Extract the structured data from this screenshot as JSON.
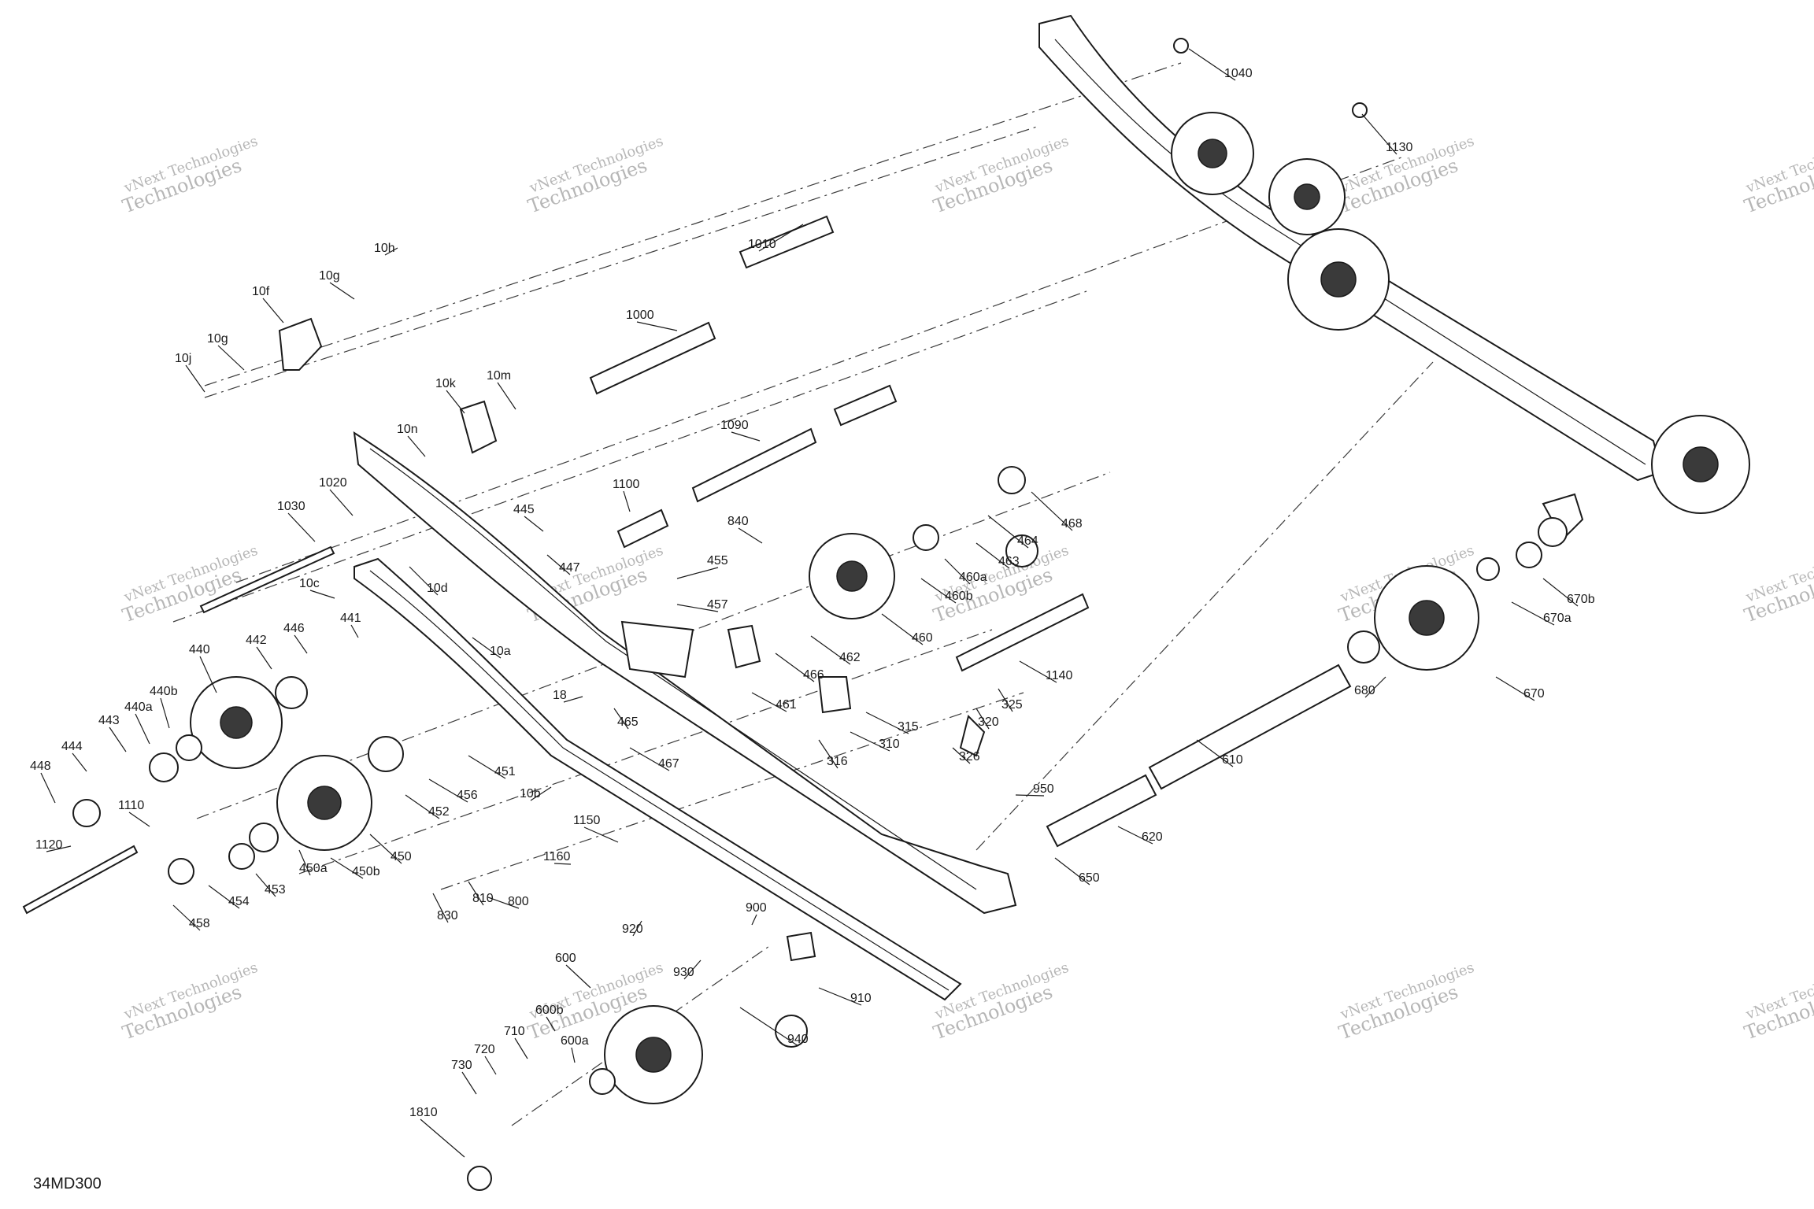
{
  "diagram_code": "34MD300",
  "watermark_lines": [
    "vNext Technologies",
    "Technologies"
  ],
  "callouts": [
    "1040",
    "1130",
    "1010",
    "1000",
    "10h",
    "10g",
    "10f",
    "10g",
    "10j",
    "10k",
    "10m",
    "10n",
    "1090",
    "1020",
    "1030",
    "1100",
    "445",
    "447",
    "840",
    "455",
    "457",
    "468",
    "464",
    "463",
    "460a",
    "460b",
    "460",
    "462",
    "466",
    "461",
    "10c",
    "10d",
    "10a",
    "441",
    "446",
    "442",
    "440",
    "440b",
    "440a",
    "443",
    "444",
    "448",
    "18",
    "465",
    "467",
    "310",
    "315",
    "316",
    "320",
    "325",
    "326",
    "1140",
    "670b",
    "670a",
    "670",
    "680",
    "610",
    "620",
    "650",
    "950",
    "451",
    "456",
    "452",
    "450",
    "450a",
    "450b",
    "453",
    "454",
    "458",
    "1110",
    "1120",
    "10b",
    "1150",
    "1160",
    "800",
    "810",
    "830",
    "920",
    "900",
    "930",
    "910",
    "940",
    "600",
    "600b",
    "600a",
    "710",
    "720",
    "730",
    "1810"
  ]
}
